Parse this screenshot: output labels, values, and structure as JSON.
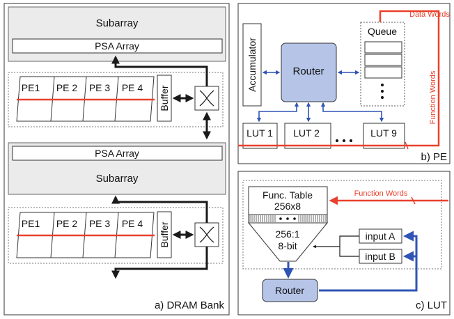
{
  "panel_a": {
    "caption": "a) DRAM Bank",
    "subarray_label": "Subarray",
    "psa_label": "PSA Array",
    "pe_labels": [
      "PE1",
      "PE 2",
      "PE 3",
      "PE 4"
    ],
    "buffer_label": "Buffer"
  },
  "panel_b": {
    "caption": "b) PE",
    "accumulator_label": "Accumulator",
    "router_label": "Router",
    "queue_label": "Queue",
    "queue_ellipsis": "•\n•\n•",
    "lut_labels": [
      "LUT 1",
      "LUT 2",
      "LUT 9"
    ],
    "lut_ellipsis": "• • •",
    "data_words_label": "Data Words",
    "function_words_label": "Function Words"
  },
  "panel_c": {
    "caption": "c) LUT",
    "func_table_title": "Func. Table",
    "func_table_size": "256x8",
    "func_table_ellipsis": "• • •",
    "mux_label_1": "256:1",
    "mux_label_2": "8-bit",
    "input_a_label": "input A",
    "input_b_label": "input B",
    "router_label": "Router",
    "function_words_label": "Function Words"
  },
  "colors": {
    "red": "#e8412c",
    "blue": "#2f54b5",
    "router_fill": "#b6c4e8",
    "subarray_fill": "#ebebeb",
    "black": "#1a1a1a"
  }
}
